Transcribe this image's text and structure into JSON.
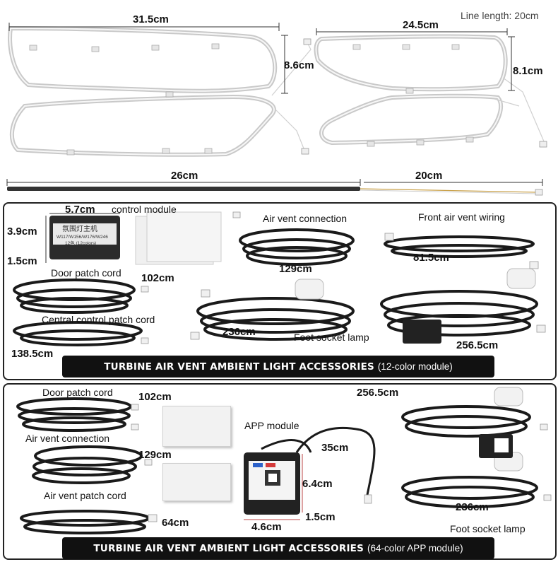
{
  "top_dimensions": {
    "line_length": "Line length: 20cm",
    "strip_left_width": "31.5cm",
    "strip_left_height": "8.6cm",
    "strip_right_width": "24.5cm",
    "strip_right_height": "8.1cm",
    "bar_long": "26cm",
    "bar_short": "20cm"
  },
  "panel_12": {
    "module_width": "5.7cm",
    "module_label": "control module",
    "module_height": "3.9cm",
    "module_depth": "1.5cm",
    "module_print_1": "氛围灯主机",
    "module_print_2": "W117/W156/W176/W246",
    "module_print_3": "12色 (12colors)",
    "door_patch": "Door patch cord",
    "door_patch_len": "102cm",
    "air_vent": "Air vent connection",
    "air_vent_len": "129cm",
    "front_vent": "Front air vent wiring",
    "front_vent_len": "81.5cm",
    "central": "Central control patch cord",
    "central_len": "138.5cm",
    "foot_lamp_len": "236cm",
    "foot_lamp": "Foot socket lamp",
    "lamp_cable_len": "256.5cm",
    "banner_main": "TURBINE AIR VENT AMBIENT LIGHT ACCESSORIES",
    "banner_sub": "(12-color module)"
  },
  "panel_64": {
    "door_patch": "Door patch cord",
    "door_patch_len": "102cm",
    "lamp_cable_len": "256.5cm",
    "air_vent": "Air vent connection",
    "air_vent_len": "129cm",
    "app_module": "APP module",
    "app_cable_len": "35cm",
    "app_height": "6.4cm",
    "app_depth": "1.5cm",
    "app_width": "4.6cm",
    "air_vent_patch": "Air vent patch cord",
    "air_vent_patch_len": "64cm",
    "foot_lamp_len": "236cm",
    "foot_lamp": "Foot socket lamp",
    "banner_main": "TURBINE AIR VENT AMBIENT LIGHT ACCESSORIES",
    "banner_sub": "(64-color APP module)"
  }
}
